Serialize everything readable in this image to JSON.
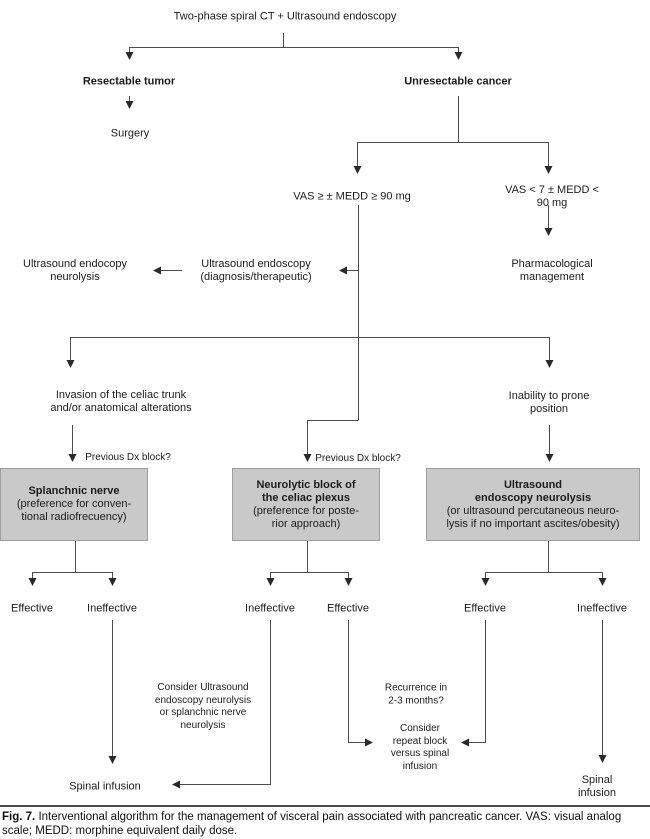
{
  "nodes": {
    "root": "Two-phase spiral CT + Ultrasound endoscopy",
    "resectable": "Resectable tumor",
    "unresectable": "Unresectable cancer",
    "surgery": "Surgery",
    "vas_high": "VAS ≥ ± MEDD ≥ 90 mg",
    "vas_low": "VAS < 7 ± MEDD < 90 mg",
    "us_neurolysis": "Ultrasound endocopy\nneurolysis",
    "us_diagnostic": "Ultrasound endoscopy\n(diagnosis/therapeutic)",
    "pharmacological": "Pharmacological\nmanagement",
    "invasion": "Invasion of the celiac trunk\nand/or anatomical alterations",
    "inability": "Inability to prone position",
    "previous_dx_left": "Previous Dx block?",
    "previous_dx_mid": "Previous Dx block?",
    "effective_1": "Effective",
    "ineffective_1": "Ineffective",
    "ineffective_2": "Ineffective",
    "effective_2": "Effective",
    "effective_3": "Effective",
    "ineffective_3": "Ineffective",
    "consider_us": "Consider Ultrasound\nendoscopy neurolysis\nor splanchnic nerve\nneurolysis",
    "recurrence": "Recurrence in\n2-3 months?",
    "consider_repeat": "Consider\nrepeat block\nversus spinal\ninfusion",
    "spinal_left": "Spinal infusion",
    "spinal_right": "Spinal infusion"
  },
  "boxes": {
    "splanchnic": {
      "title": "Splanchnic nerve",
      "subtitle": "(preference for conven-\ntional radiofrecuency)"
    },
    "neurolytic": {
      "title": "Neurolytic block of\nthe celiac plexus",
      "subtitle": "(preference for poste-\nrior approach)"
    },
    "ultrasound": {
      "title": "Ultrasound\nendoscopy neurolysis",
      "subtitle": "(or ultrasound percutaneous neuro-\nlysis if no important ascites/obesity)"
    }
  },
  "caption": {
    "fig": "Fig. 7.",
    "line1": "Interventional algorithm for the management of visceral pain associated with pancreatic cancer. VAS: visual analog",
    "line2": "scale; MEDD: morphine equivalent daily dose."
  },
  "colors": {
    "box_fill": "#c9c9c9",
    "line": "#4d4d4d",
    "text": "#1c1c1c"
  }
}
